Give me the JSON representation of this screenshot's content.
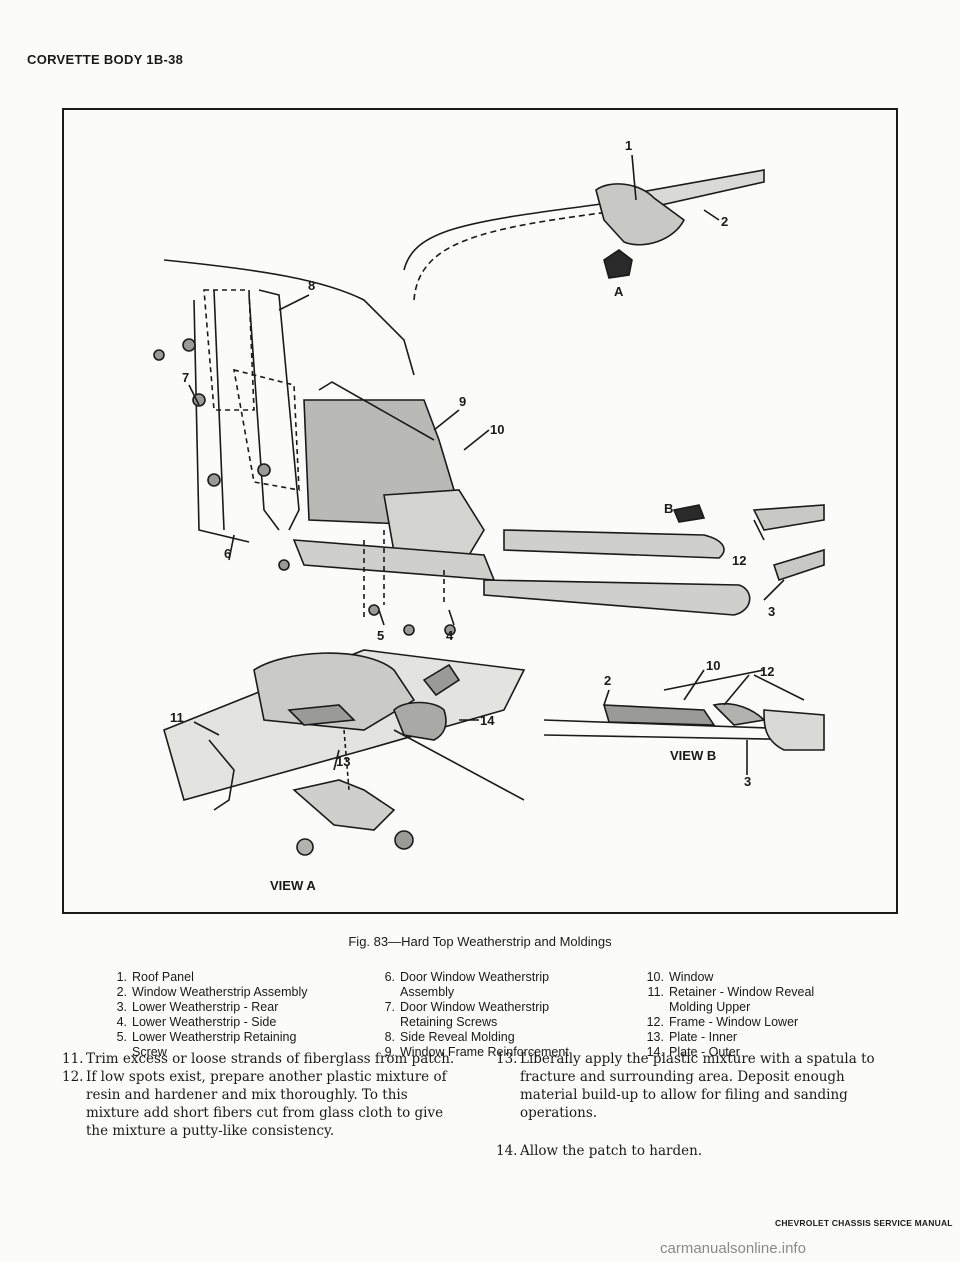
{
  "header": "CORVETTE BODY 1B-38",
  "figure": {
    "labels": {
      "n1": "1",
      "n2": "2",
      "n3": "3",
      "n4": "4",
      "n5": "5",
      "n6": "6",
      "n7": "7",
      "n8": "8",
      "n9": "9",
      "n10": "10",
      "n11": "11",
      "n12": "12",
      "n13": "13",
      "n14": "14",
      "view_a_marker": "A",
      "view_b_marker": "B",
      "view_a": "VIEW A",
      "view_b": "VIEW B"
    },
    "caption": "Fig. 83—Hard Top Weatherstrip and Moldings"
  },
  "legend": [
    [
      {
        "num": "1.",
        "text": "Roof Panel"
      },
      {
        "num": "2.",
        "text": "Window Weatherstrip Assembly"
      },
      {
        "num": "3.",
        "text": "Lower Weatherstrip - Rear"
      },
      {
        "num": "4.",
        "text": "Lower Weatherstrip - Side"
      },
      {
        "num": "5.",
        "text": "Lower Weatherstrip Retaining\nScrew"
      }
    ],
    [
      {
        "num": "6.",
        "text": "Door Window Weatherstrip\nAssembly"
      },
      {
        "num": "7.",
        "text": "Door Window Weatherstrip\nRetaining Screws"
      },
      {
        "num": "8.",
        "text": "Side Reveal Molding"
      },
      {
        "num": "9.",
        "text": "Window Frame Reinforcement"
      }
    ],
    [
      {
        "num": "10.",
        "text": "Window"
      },
      {
        "num": "11.",
        "text": "Retainer - Window Reveal\nMolding Upper"
      },
      {
        "num": "12.",
        "text": "Frame - Window Lower"
      },
      {
        "num": "13.",
        "text": "Plate - Inner"
      },
      {
        "num": "14.",
        "text": "Plate - Outer"
      }
    ]
  ],
  "steps_left": [
    {
      "num": "11.",
      "text": "Trim excess or loose strands of fiberglass from patch."
    },
    {
      "num": "12.",
      "text": "If low spots exist, prepare another plastic mixture of resin and hardener and mix thoroughly. To this mixture add short fibers cut from glass cloth to give the mixture a putty-like consistency."
    }
  ],
  "steps_right": [
    {
      "num": "13.",
      "text": "Liberally apply the plastic mixture with a spatula to fracture and surrounding area. Deposit enough material build-up to allow for filing and sanding operations."
    },
    {
      "num": "14.",
      "text": "Allow the patch to harden."
    }
  ],
  "footer": "CHEVROLET CHASSIS SERVICE MANUAL",
  "watermark": "carmanualsonline.info"
}
